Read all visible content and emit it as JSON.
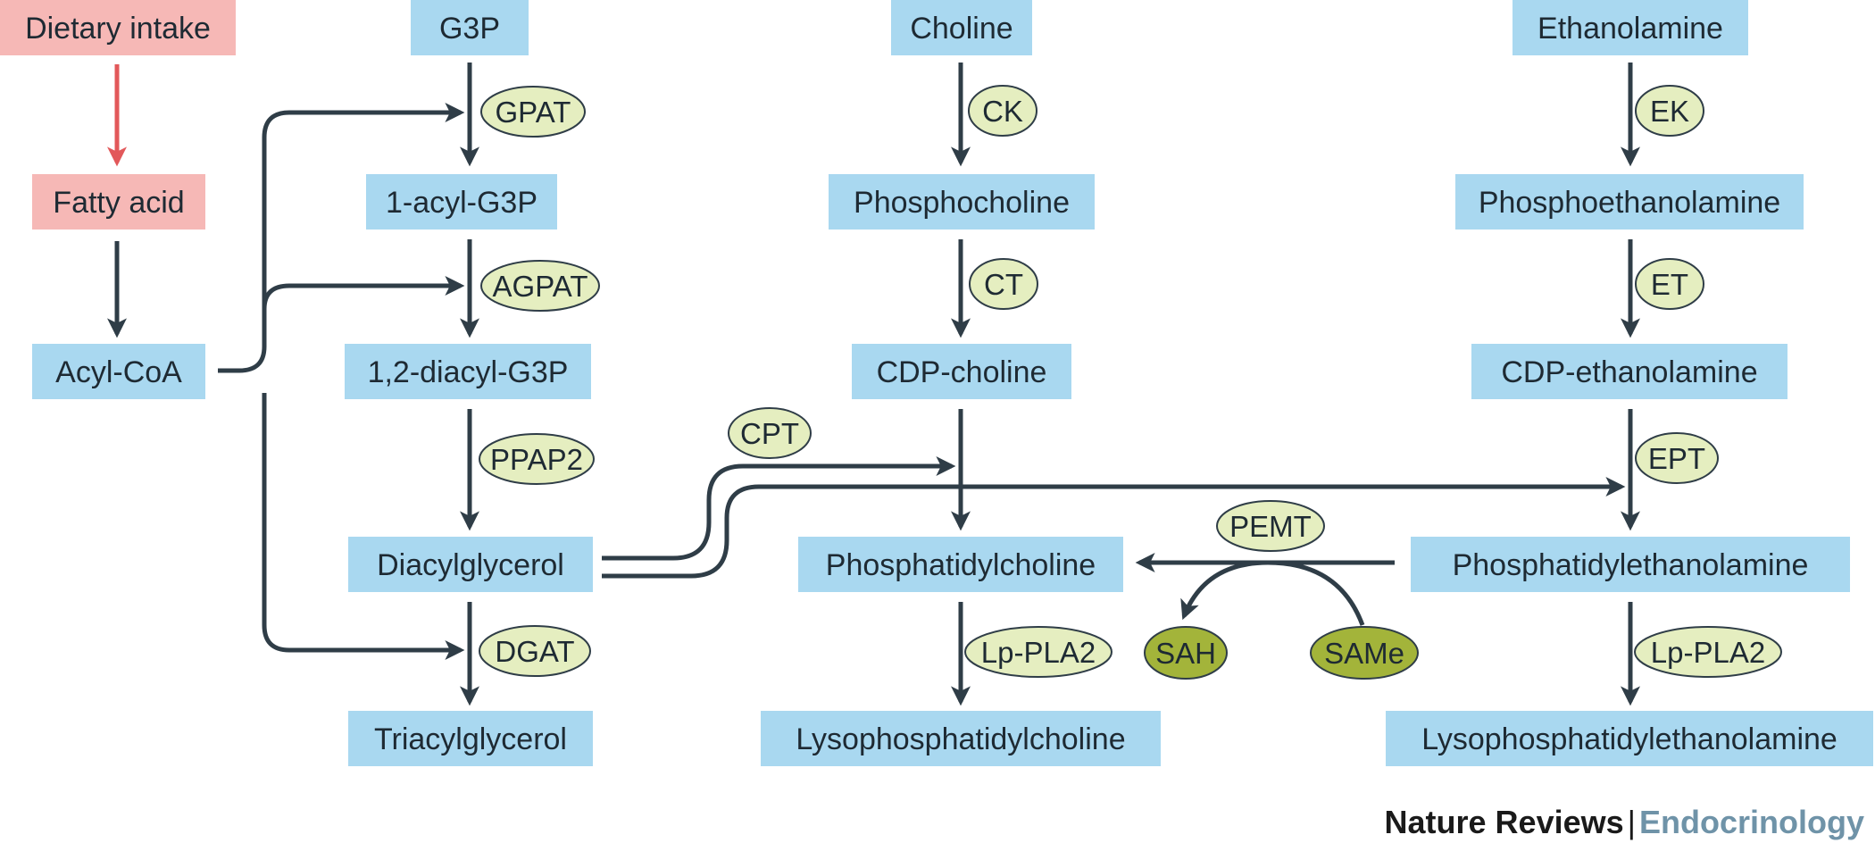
{
  "colors": {
    "metabolite": "#a9d8f0",
    "dietary": "#f6b8b6",
    "enzyme": "#e5eec0",
    "cofactor": "#a3b43a",
    "arrow": "#2f3d47",
    "red_arrow": "#e2585a"
  },
  "nodes": {
    "dietary_intake": "Dietary intake",
    "fatty_acid": "Fatty acid",
    "acyl_coa": "Acyl-CoA",
    "g3p": "G3P",
    "acyl_g3p": "1-acyl-G3P",
    "diacyl_g3p": "1,2-diacyl-G3P",
    "diacylglycerol": "Diacylglycerol",
    "triacylglycerol": "Triacylglycerol",
    "choline": "Choline",
    "phosphocholine": "Phosphocholine",
    "cdp_choline": "CDP-choline",
    "phosphatidylcholine": "Phosphatidylcholine",
    "lysophosphatidylcholine": "Lysophosphatidylcholine",
    "ethanolamine": "Ethanolamine",
    "phosphoethanolamine": "Phosphoethanolamine",
    "cdp_ethanolamine": "CDP-ethanolamine",
    "phosphatidylethanolamine": "Phosphatidylethanolamine",
    "lysophosphatidylethanolamine": "Lysophosphatidylethanolamine"
  },
  "enzymes": {
    "gpat": "GPAT",
    "agpat": "AGPAT",
    "ppap2": "PPAP2",
    "dgat": "DGAT",
    "ck": "CK",
    "ct": "CT",
    "cpt": "CPT",
    "lp_pla2_pc": "Lp-PLA2",
    "pemt": "PEMT",
    "ek": "EK",
    "et": "ET",
    "ept": "EPT",
    "lp_pla2_pe": "Lp-PLA2"
  },
  "cofactors": {
    "sah": "SAH",
    "same": "SAMe"
  },
  "footer": {
    "journal": "Nature Reviews",
    "separator": "|",
    "subjournal": "Endocrinology"
  }
}
